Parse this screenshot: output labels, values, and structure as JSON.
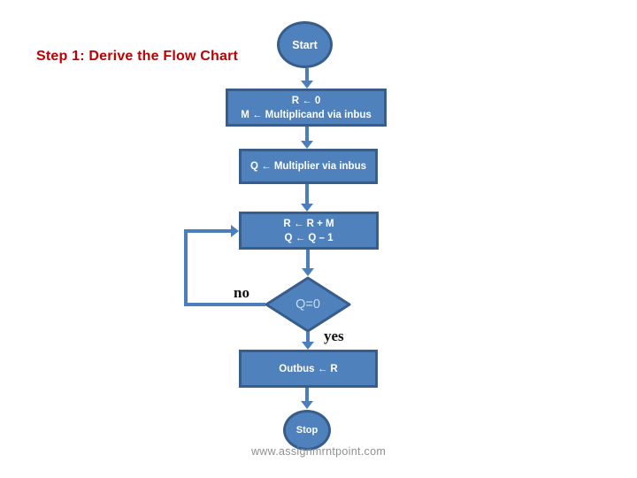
{
  "slide": {
    "title": "Step 1: Derive the Flow Chart",
    "watermark": "www.assignmrntpoint.com"
  },
  "flowchart": {
    "start": {
      "label": "Start"
    },
    "init_box": {
      "line1": "R ← 0",
      "line2": "M ← Multiplicand via inbus"
    },
    "multiplier_box": {
      "label": "Q ← Multiplier via inbus"
    },
    "add_box": {
      "line1": "R ← R + M",
      "line2": "Q ← Q – 1"
    },
    "decision": {
      "label": "Q=0",
      "no_label": "no",
      "yes_label": "yes"
    },
    "outbus_box": {
      "label": "Outbus ← R"
    },
    "stop": {
      "label": "Stop"
    }
  },
  "colors": {
    "shape_fill": "#4f81bd",
    "shape_border": "#385d8a",
    "connector": "#4a7ebc",
    "title_red": "#c00000",
    "decision_text": "#c9dcf0",
    "watermark_gray": "#8f8f8f",
    "label_black": "#111111"
  }
}
